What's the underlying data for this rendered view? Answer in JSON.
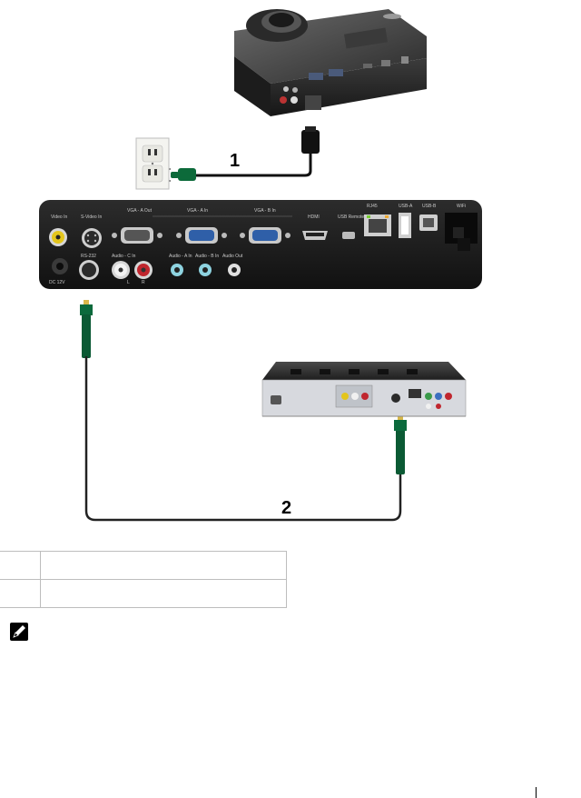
{
  "projector_ports": {
    "top_row": [
      "Video In",
      "S-Video In",
      "VGA - A Out",
      "VGA - A In",
      "VGA - B In",
      "HDMI",
      "USB Remote",
      "RJ45",
      "USB-A",
      "USB-B",
      "WiFi"
    ],
    "bottom_row": [
      "DC 12V",
      "RS-232",
      "Audio - C In",
      "Audio - A In",
      "Audio - B In",
      "Audio Out"
    ],
    "audio_lr": [
      "L",
      "R"
    ]
  },
  "callouts": {
    "power_cable": "1",
    "svideo_cable": "2"
  },
  "legend_rows": [
    {
      "number": "",
      "description": ""
    },
    {
      "number": "",
      "description": ""
    }
  ],
  "note": {
    "icon": "note-pencil-icon"
  }
}
